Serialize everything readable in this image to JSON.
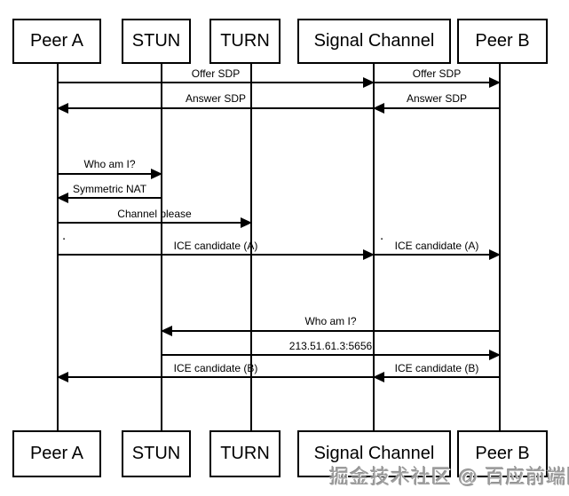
{
  "diagram": {
    "type": "sequence-diagram",
    "actors": [
      {
        "label": "Peer A"
      },
      {
        "label": "STUN"
      },
      {
        "label": "TURN"
      },
      {
        "label": "Signal Channel"
      },
      {
        "label": "Peer B"
      }
    ],
    "messages": {
      "offer_sdp_left": {
        "label": "Offer SDP",
        "from": "Peer A",
        "to": "Signal Channel"
      },
      "offer_sdp_right": {
        "label": "Offer SDP",
        "from": "Signal Channel",
        "to": "Peer B"
      },
      "answer_sdp_left": {
        "label": "Answer SDP",
        "from": "Signal Channel",
        "to": "Peer A"
      },
      "answer_sdp_right": {
        "label": "Answer SDP",
        "from": "Peer B",
        "to": "Signal Channel"
      },
      "who_am_i_first": {
        "label": "Who am I?",
        "from": "Peer A",
        "to": "STUN"
      },
      "symmetric_nat": {
        "label": "Symmetric NAT",
        "from": "STUN",
        "to": "Peer A"
      },
      "channel_please": {
        "label": "Channel please",
        "from": "Peer A",
        "to": "TURN"
      },
      "ice_candidate_a_left": {
        "label": "ICE candidate (A)",
        "from": "Peer A",
        "to": "Signal Channel"
      },
      "ice_candidate_a_right": {
        "label": "ICE candidate (A)",
        "from": "Signal Channel",
        "to": "Peer B"
      },
      "who_am_i_second": {
        "label": "Who am I?",
        "from": "Peer B",
        "to": "STUN"
      },
      "stun_mapped_address": {
        "label": "213.51.61.3:5656",
        "from": "STUN",
        "to": "Peer B"
      },
      "ice_candidate_b_left": {
        "label": "ICE candidate (B)",
        "from": "Signal Channel",
        "to": "Peer A"
      },
      "ice_candidate_b_right": {
        "label": "ICE candidate (B)",
        "from": "Peer B",
        "to": "Signal Channel"
      }
    },
    "dots": {
      "left": ".",
      "right": "."
    },
    "watermark": "掘金技术社区 @ 百应前端团队",
    "colors": {
      "line": "#000000",
      "background": "#ffffff",
      "watermark": "#a0a0a0"
    }
  }
}
